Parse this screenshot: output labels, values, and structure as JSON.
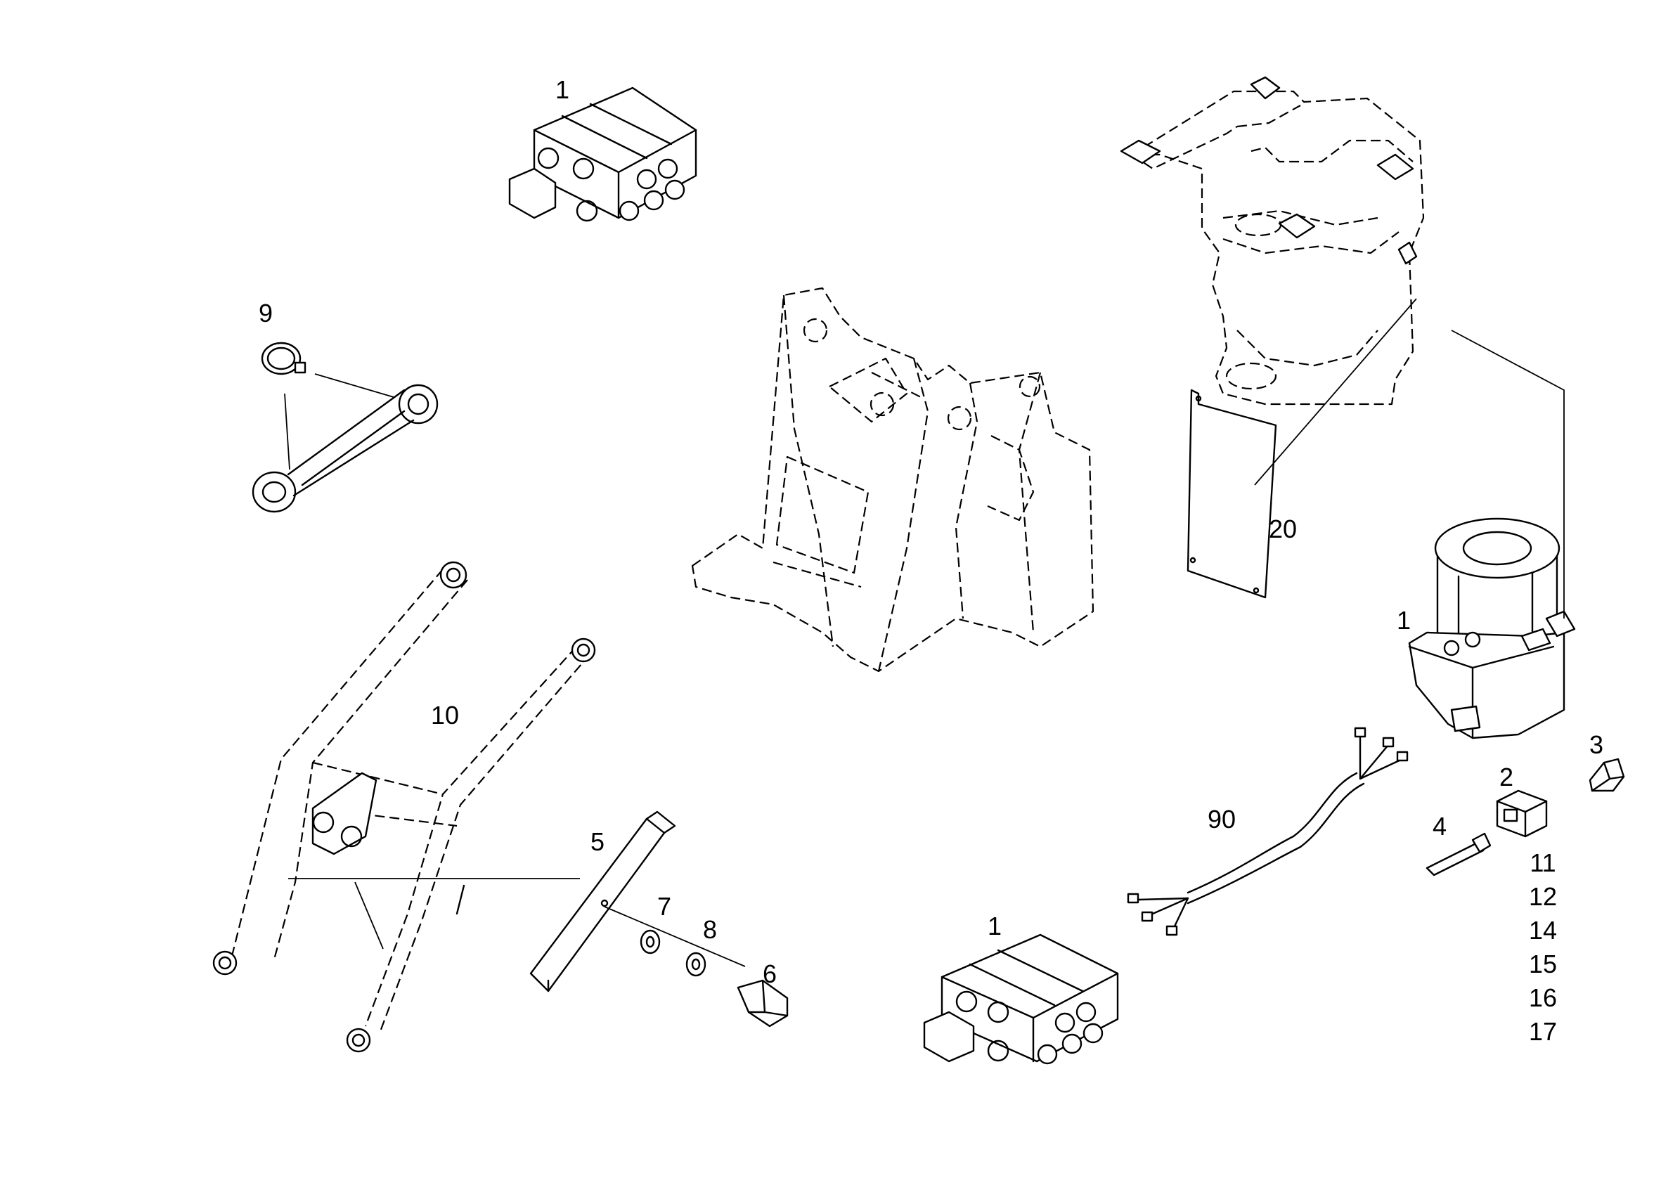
{
  "callouts": {
    "valve_block_top": "1",
    "hose_clamp": "9",
    "loader_arms": "10",
    "bracket": "5",
    "washer_7": "7",
    "washer_8": "8",
    "bolt": "6",
    "valve_block_bottom": "1",
    "wiring_harness": "90",
    "lube_pump": "1",
    "cap": "3",
    "connector": "2",
    "pin": "4",
    "list_11": "11",
    "list_12": "12",
    "list_14": "14",
    "list_15": "15",
    "list_16": "16",
    "list_17": "17",
    "plate": "20"
  }
}
